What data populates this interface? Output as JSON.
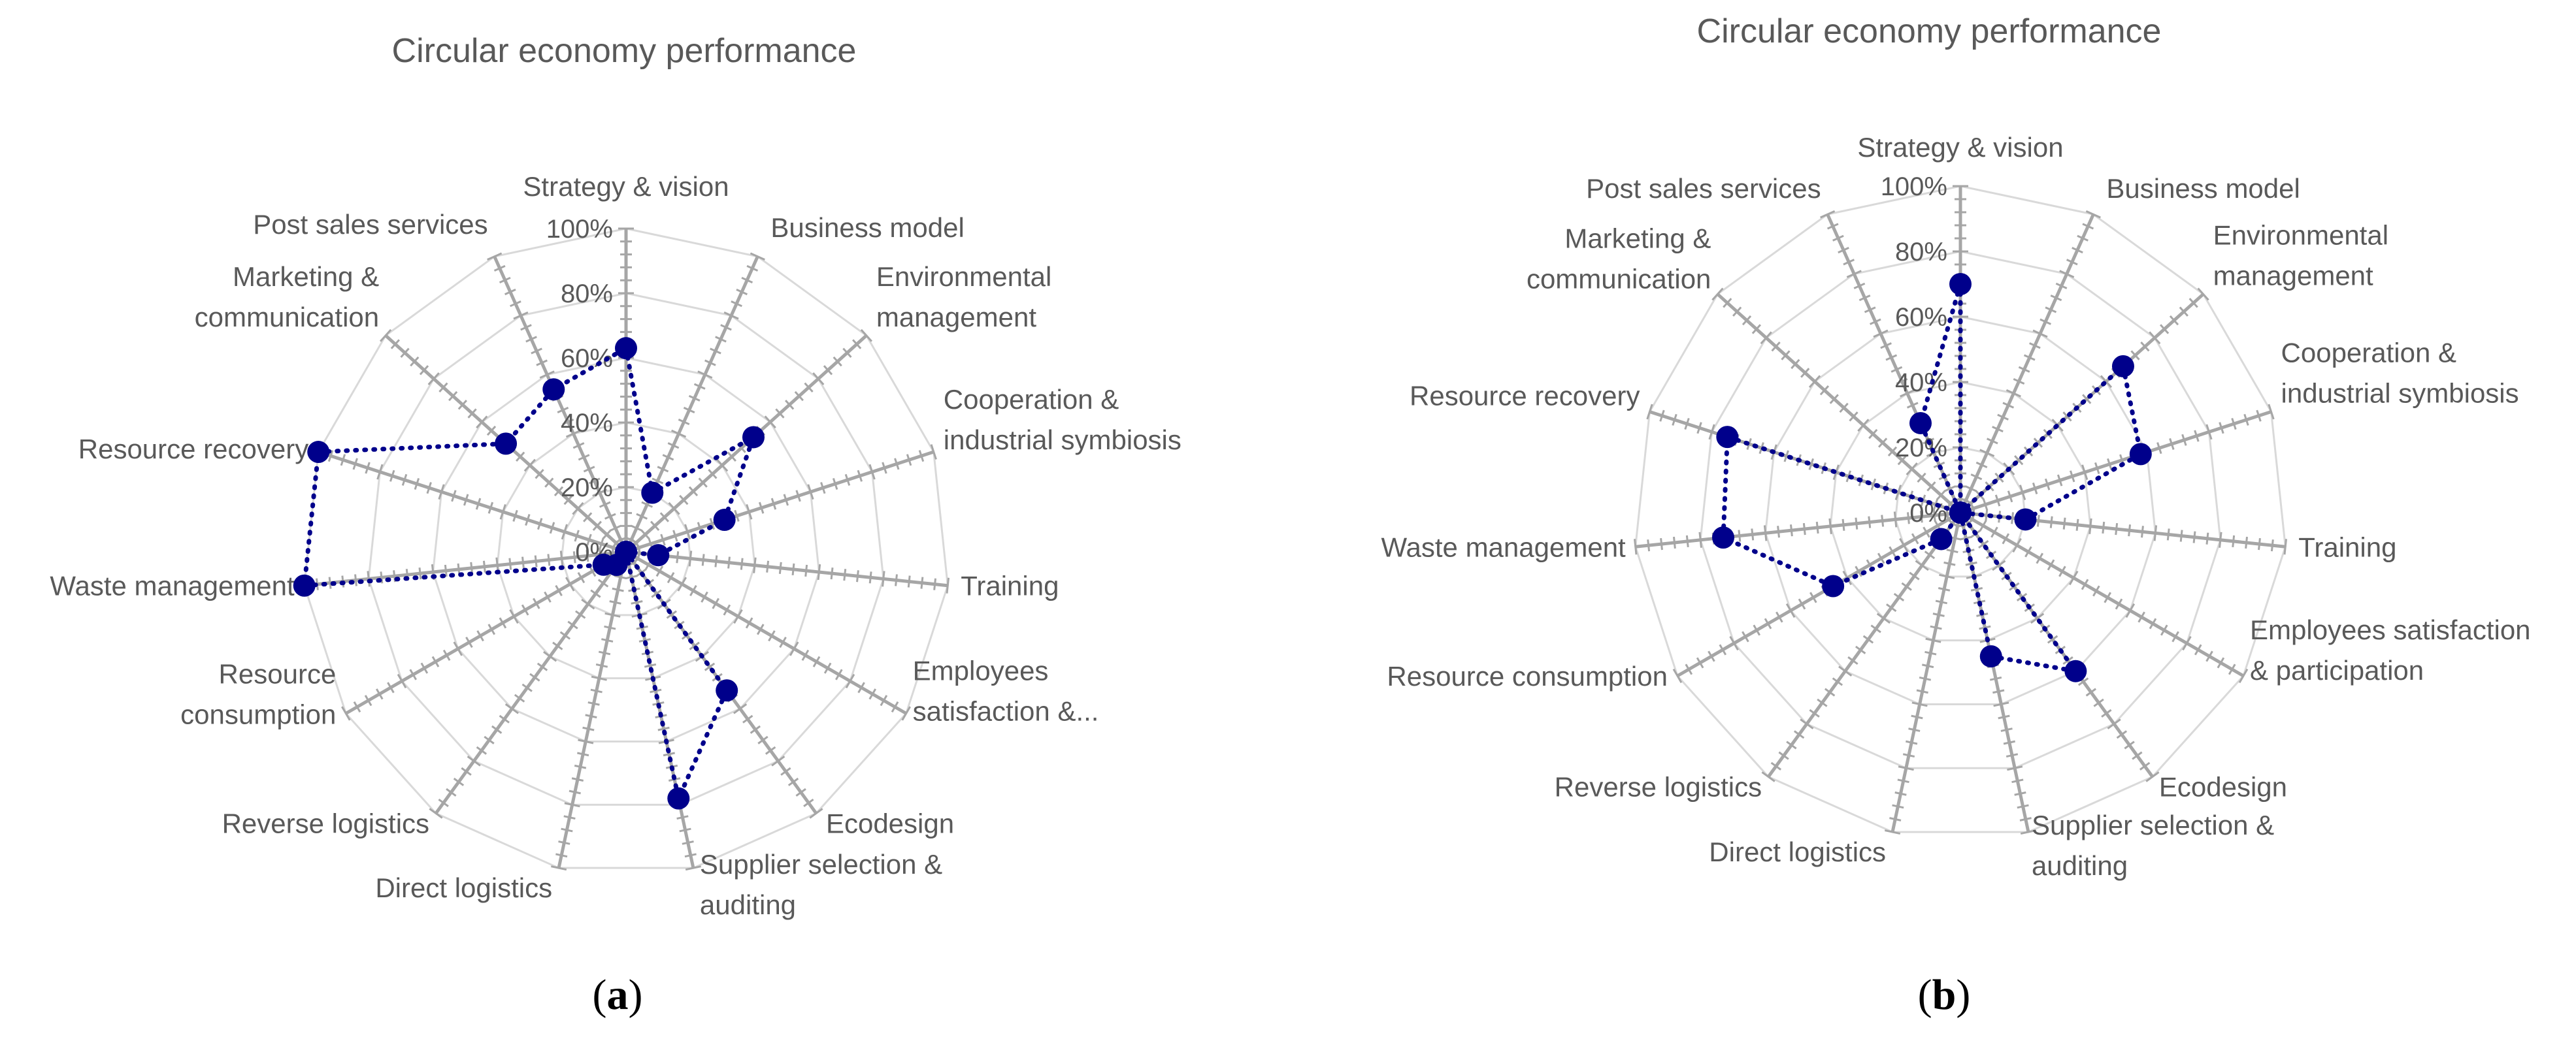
{
  "chart_data": [
    {
      "type": "radar",
      "title": "Circular economy performance",
      "panel_label": "a",
      "axes": [
        [
          "Strategy & vision"
        ],
        [
          "Business model"
        ],
        [
          "Environmental",
          "management"
        ],
        [
          "Cooperation &",
          "industrial symbiosis"
        ],
        [
          "Training"
        ],
        [
          "Employees",
          "satisfaction &..."
        ],
        [
          "Ecodesign"
        ],
        [
          "Supplier selection &",
          "auditing"
        ],
        [
          "Direct logistics"
        ],
        [
          "Reverse logistics"
        ],
        [
          "Resource",
          "consumption"
        ],
        [
          "Waste management"
        ],
        [
          "Resource recovery"
        ],
        [
          "Marketing &",
          "communication"
        ],
        [
          "Post sales services"
        ]
      ],
      "tick_labels": [
        "0%",
        "20%",
        "40%",
        "60%",
        "80%",
        "100%"
      ],
      "rlim": [
        0,
        100
      ],
      "values": [
        63,
        20,
        53,
        32,
        10,
        0,
        53,
        78,
        0,
        5,
        8,
        100,
        100,
        50,
        55
      ],
      "color": "#00008b"
    },
    {
      "type": "radar",
      "title": "Circular economy performance",
      "panel_label": "b",
      "axes": [
        [
          "Strategy & vision"
        ],
        [
          "Business model"
        ],
        [
          "Environmental",
          "management"
        ],
        [
          "Cooperation &",
          "industrial symbiosis"
        ],
        [
          "Training"
        ],
        [
          "Employees satisfaction",
          "& participation"
        ],
        [
          "Ecodesign"
        ],
        [
          "Supplier selection &",
          "auditing"
        ],
        [
          "Direct logistics"
        ],
        [
          "Reverse logistics"
        ],
        [
          "Resource consumption"
        ],
        [
          "Waste management"
        ],
        [
          "Resource recovery"
        ],
        [
          "Marketing &",
          "communication"
        ],
        [
          "Post sales services"
        ]
      ],
      "tick_labels": [
        "0%",
        "20%",
        "40%",
        "60%",
        "80%",
        "100%"
      ],
      "rlim": [
        0,
        100
      ],
      "values": [
        70,
        0,
        67,
        58,
        20,
        0,
        60,
        45,
        0,
        10,
        45,
        73,
        75,
        0,
        30
      ],
      "color": "#00008b"
    }
  ]
}
